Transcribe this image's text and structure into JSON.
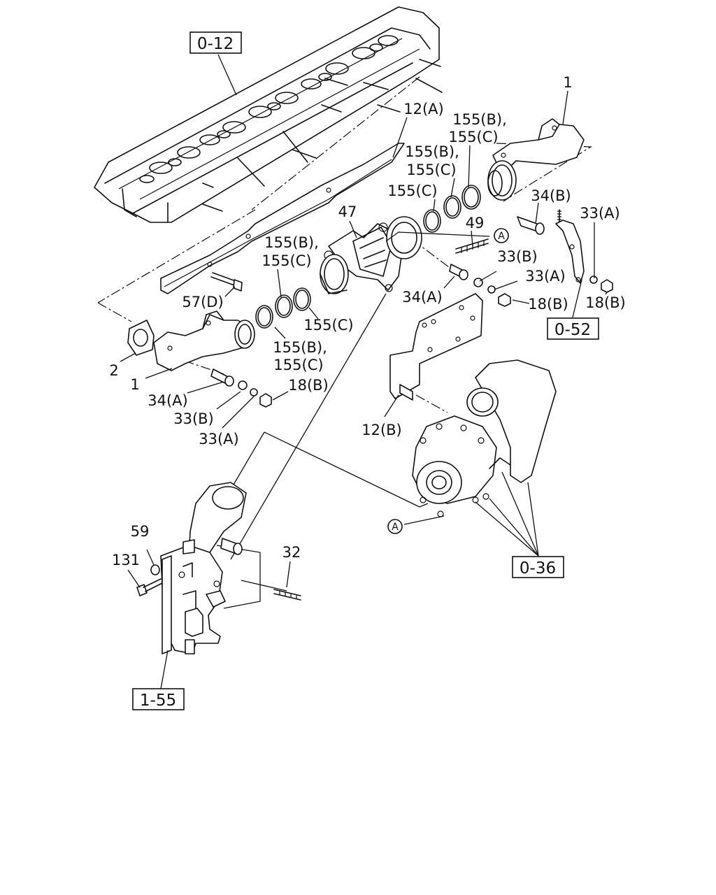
{
  "refs": {
    "r0_12": "0-12",
    "r0_52": "0-52",
    "r0_36": "0-36",
    "r1_55": "1-55"
  },
  "labels": {
    "l1_top": "1",
    "l12a": "12(A)",
    "l155bc_1a": "155(B),",
    "l155bc_1b": "155(C)",
    "l155bc_2a": "155(B),",
    "l155bc_2b": "155(C)",
    "l155c_top": "155(C)",
    "l34b": "34(B)",
    "l33a_right": "33(A)",
    "l47": "47",
    "l49": "49",
    "l155bc_3a": "155(B),",
    "l155bc_3b": "155(C)",
    "l33b_mid": "33(B)",
    "l33a_mid": "33(A)",
    "l34a_mid": "34(A)",
    "l18b_mid": "18(B)",
    "l18b_right": "18(B)",
    "l57d": "57(D)",
    "l155c_mid": "155(C)",
    "l155bc_4a": "155(B),",
    "l155bc_4b": "155(C)",
    "l2": "2",
    "l1_low": "1",
    "l34a_low": "34(A)",
    "l18b_low": "18(B)",
    "l33b_low": "33(B)",
    "l33a_low": "33(A)",
    "l12b": "12(B)",
    "l59": "59",
    "l131": "131",
    "l32": "32"
  },
  "callouts": {
    "a_top": "A",
    "a_bottom": "A"
  }
}
